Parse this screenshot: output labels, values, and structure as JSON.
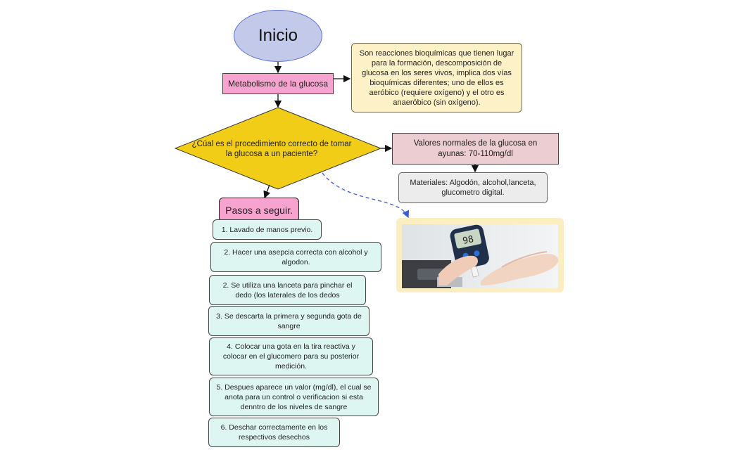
{
  "start": {
    "label": "Inicio"
  },
  "metabolism": {
    "label": "Metabolismo de la glucosa"
  },
  "definition": {
    "text": "Son  reacciones bioquímicas que tienen lugar para la formación, descomposición de glucosa en los seres vivos, implica dos vías bioquímicas diferentes; uno de ellos es aeróbico (requiere oxígeno) y el otro es anaeróbico (sin oxígeno)."
  },
  "question": {
    "text": "¿Cúal es el procedimiento correcto de tomar la glucosa a un paciente?"
  },
  "normal_values": {
    "text": "Valores normales de la glucosa en ayunas: 70-110mg/dl"
  },
  "materials": {
    "text": "Materiales: Algodón,  alcohol,lanceta, glucometro digital."
  },
  "steps_header": {
    "label": "Pasos a seguir."
  },
  "steps": [
    "1. Lavado de manos previo.",
    "2. Hacer una asepcia correcta con alcohol y algodon.",
    "2. Se utiliza una lanceta para pinchar el dedo (los laterales de los dedos",
    "3. Se descarta la primera y segunda gota de sangre",
    "4. Colocar una gota en la tira reactiva y colocar en el glucomero para su posterior medición.",
    "5. Despues aparece un valor (mg/dl), el cual se anota para un control o verificacion si esta denntro de los niveles de sangre",
    "6. Deschar correctamente en los respectivos desechos"
  ],
  "photo": {
    "screen_reading": "98"
  },
  "colors": {
    "start_fill": "#c3c9e9",
    "metabolism_fill": "#f6a4cf",
    "definition_fill": "#fdf1c8",
    "diamond_fill": "#f1cd17",
    "normal_fill": "#eccdd1",
    "materials_fill": "#ececec",
    "step_fill": "#ddf6f1",
    "dashed_arrow": "#3a5bd6"
  }
}
